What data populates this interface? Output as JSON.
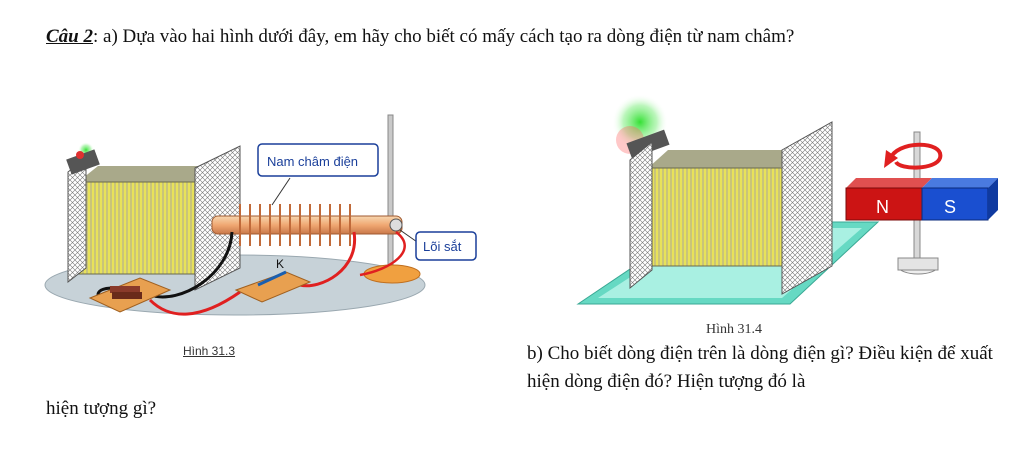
{
  "question": {
    "label": "Câu 2",
    "text": ": a) Dựa vào hai hình dưới đây, em hãy cho biết có mấy cách tạo ra dòng điện từ nam châm?"
  },
  "figure1": {
    "caption": "Hình 31.3",
    "callout_electromagnet": "Nam châm điện",
    "callout_core": "Lõi sắt",
    "switch_label": "K"
  },
  "figure2": {
    "caption": "Hình 31.4",
    "magnet_north": "N",
    "magnet_south": "S"
  },
  "part_b": {
    "text": "b) Cho biết dòng điện trên là dòng điện gì? Điều kiện để xuất hiện dòng điện đó? Hiện tượng đó là"
  },
  "tail": {
    "text": "hiện tượng gì?"
  }
}
